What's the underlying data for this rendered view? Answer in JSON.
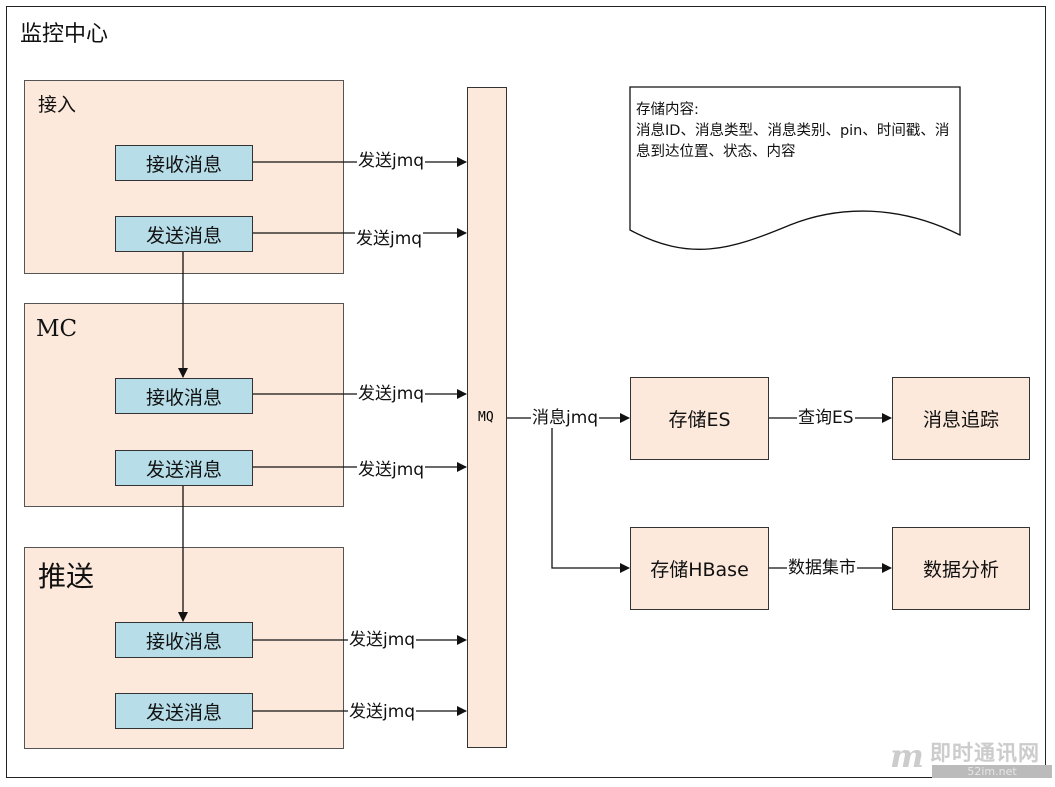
{
  "title": "监控中心",
  "groups": [
    {
      "label": "接入",
      "receive": "接收消息",
      "send": "发送消息",
      "edge1": "发送jmq",
      "edge2": "发送jmq"
    },
    {
      "label": "MC",
      "receive": "接收消息",
      "send": "发送消息",
      "edge1": "发送jmq",
      "edge2": "发送jmq"
    },
    {
      "label": "推送",
      "receive": "接收消息",
      "send": "发送消息",
      "edge1": "发送jmq",
      "edge2": "发送jmq"
    }
  ],
  "mq": {
    "label": "MQ",
    "edge": "消息jmq"
  },
  "storage_doc": {
    "heading": "存储内容:",
    "body": "消息ID、消息类型、消息类别、pin、时间戳、消息到达位置、状态、内容"
  },
  "nodes": {
    "store_es": "存储ES",
    "trace": "消息追踪",
    "store_hbase": "存储HBase",
    "analysis": "数据分析",
    "edge_query": "查询ES",
    "edge_mart": "数据集市"
  },
  "watermark": {
    "logo": "m",
    "name": "即时通讯网",
    "url": "52im.net"
  },
  "colors": {
    "group_fill": "#fce9dc",
    "box_fill": "#b7dde8"
  }
}
